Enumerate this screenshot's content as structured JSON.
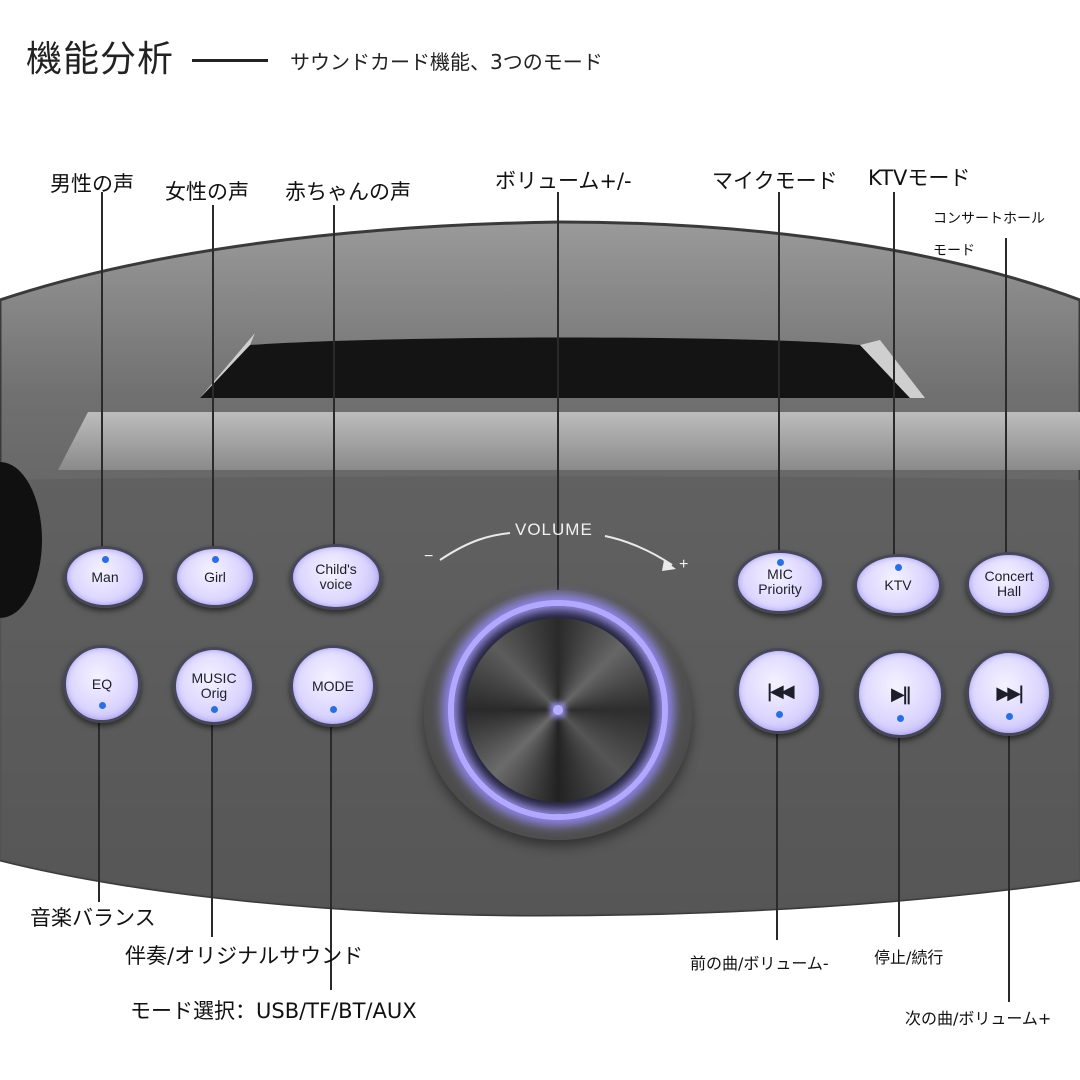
{
  "header": {
    "title": "機能分析",
    "subtitle": "サウンドカード機能、3つのモード"
  },
  "callouts_top": {
    "man": "男性の声",
    "girl": "女性の声",
    "child": "赤ちゃんの声",
    "volume": "ボリューム+/-",
    "mic": "マイクモード",
    "ktv": "KTVモード",
    "concert_line1": "コンサートホール",
    "concert_line2": "モード"
  },
  "callouts_bottom": {
    "eq": "音楽バランス",
    "music_orig": "伴奏/オリジナルサウンド",
    "mode": "モード選択：USB/TF/BT/AUX",
    "prev": "前の曲/ボリューム-",
    "play": "停止/続行",
    "next": "次の曲/ボリューム+"
  },
  "device": {
    "volume_label": "VOLUME",
    "minus": "−",
    "plus": "+",
    "buttons_top": {
      "man": "Man",
      "girl": "Girl",
      "child_l1": "Child's",
      "child_l2": "voice",
      "mic_l1": "MIC",
      "mic_l2": "Priority",
      "ktv": "KTV",
      "concert_l1": "Concert",
      "concert_l2": "Hall"
    },
    "buttons_bottom": {
      "eq": "EQ",
      "music_l1": "MUSIC",
      "music_l2": "Orig",
      "mode": "MODE"
    },
    "icons": {
      "prev": "previous-track-icon",
      "play": "play-pause-icon",
      "next": "next-track-icon"
    },
    "colors": {
      "button_face": "#dcd6ff",
      "knob_glow": "#b3a8ff",
      "body": "#5c5c5c"
    }
  }
}
